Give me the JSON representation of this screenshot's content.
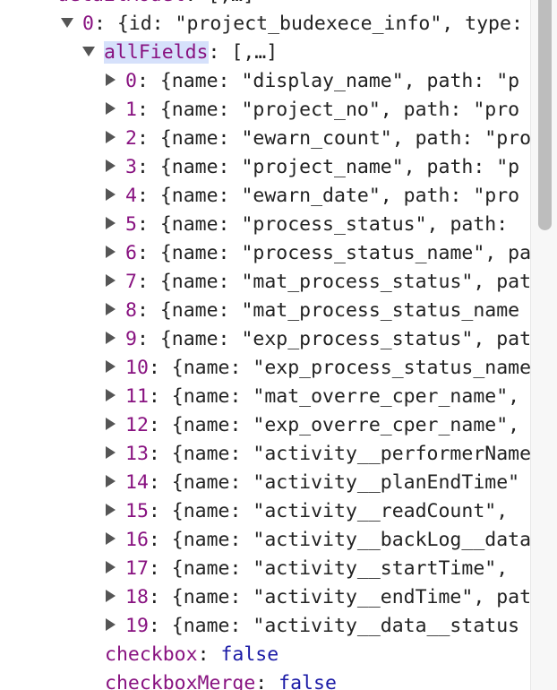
{
  "root": {
    "key": "detailModel",
    "preview": ": [,…]"
  },
  "item0": {
    "key": "0",
    "preview": ": {id: \"project_budexece_info\", type: …"
  },
  "allFields": {
    "key": "allFields",
    "preview": ": [,…]"
  },
  "fields": [
    {
      "index": "0",
      "preview": ": {name: \"display_name\", path: \"p"
    },
    {
      "index": "1",
      "preview": ": {name: \"project_no\", path: \"pro"
    },
    {
      "index": "2",
      "preview": ": {name: \"ewarn_count\", path: \"pro"
    },
    {
      "index": "3",
      "preview": ": {name: \"project_name\", path: \"p"
    },
    {
      "index": "4",
      "preview": ": {name: \"ewarn_date\", path: \"pro"
    },
    {
      "index": "5",
      "preview": ": {name: \"process_status\", path: "
    },
    {
      "index": "6",
      "preview": ": {name: \"process_status_name\", pa"
    },
    {
      "index": "7",
      "preview": ": {name: \"mat_process_status\", pat"
    },
    {
      "index": "8",
      "preview": ": {name: \"mat_process_status_name"
    },
    {
      "index": "9",
      "preview": ": {name: \"exp_process_status\", pat"
    },
    {
      "index": "10",
      "preview": ": {name: \"exp_process_status_name"
    },
    {
      "index": "11",
      "preview": ": {name: \"mat_overre_cper_name\", "
    },
    {
      "index": "12",
      "preview": ": {name: \"exp_overre_cper_name\", "
    },
    {
      "index": "13",
      "preview": ": {name: \"activity__performerName"
    },
    {
      "index": "14",
      "preview": ": {name: \"activity__planEndTime\""
    },
    {
      "index": "15",
      "preview": ": {name: \"activity__readCount\", "
    },
    {
      "index": "16",
      "preview": ": {name: \"activity__backLog__data"
    },
    {
      "index": "17",
      "preview": ": {name: \"activity__startTime\", "
    },
    {
      "index": "18",
      "preview": ": {name: \"activity__endTime\", pat"
    },
    {
      "index": "19",
      "preview": ": {name: \"activity__data__status"
    }
  ],
  "props": [
    {
      "key": "checkbox",
      "value": "false"
    },
    {
      "key": "checkboxMerge",
      "value": "false"
    }
  ]
}
